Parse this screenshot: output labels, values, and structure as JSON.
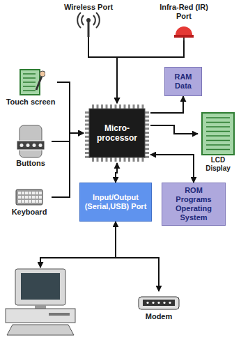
{
  "diagram": {
    "nodes": [
      {
        "text": [
          "Wireless Port"
        ]
      },
      {
        "text": [
          "Infra-Red (IR) Port"
        ]
      },
      {
        "text": [
          "Touch screen"
        ]
      },
      {
        "text": [
          "Buttons"
        ]
      },
      {
        "text": [
          "Keyboard"
        ]
      },
      {
        "text": [
          "Micro- processor"
        ]
      },
      {
        "text": [
          "RAM",
          "Data"
        ]
      },
      {
        "text": [
          "LCD Display"
        ]
      },
      {
        "text": [
          "Input/Output (Serial,USB) Port"
        ]
      },
      {
        "text": [
          "ROM",
          "Programs Operating System"
        ]
      },
      {
        "text": [
          "Modem"
        ]
      }
    ],
    "edges": [
      {
        "from": 0,
        "to": 5,
        "arrow": "to"
      },
      {
        "from": 1,
        "to": 5,
        "arrow": "to"
      },
      {
        "from": 2,
        "to": 5,
        "arrow": "to"
      },
      {
        "from": 3,
        "to": 5,
        "arrow": "to"
      },
      {
        "from": 4,
        "to": 5,
        "arrow": "to"
      },
      {
        "from": 5,
        "to": 6,
        "arrow": "to"
      },
      {
        "from": 5,
        "to": 7,
        "arrow": "to"
      },
      {
        "from": 5,
        "to": 9,
        "arrow": "both"
      },
      {
        "from": 5,
        "to": 8,
        "arrow": "both"
      },
      {
        "from": 8,
        "to": 10,
        "arrow": "both"
      }
    ]
  }
}
